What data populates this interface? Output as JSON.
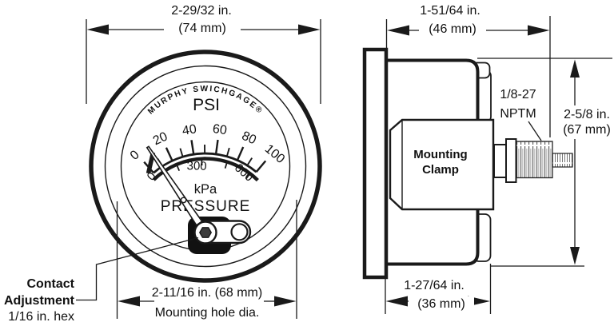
{
  "front_view": {
    "width_dim": {
      "line1": "2-29/32 in.",
      "line2": "(74 mm)"
    },
    "hole_dim": {
      "line1": "2-11/16 in. (68 mm)",
      "line2": "Mounting hole dia."
    },
    "contact_callout": {
      "line1": "Contact",
      "line2": "Adjustment",
      "line3": "1/16 in. hex"
    },
    "dial": {
      "brand": "MURPHY SWICHGAGE®",
      "psi_unit": "PSI",
      "psi_labels": [
        "0",
        "20",
        "40",
        "60",
        "80",
        "100"
      ],
      "kpa_labels": [
        "0",
        "300",
        "600"
      ],
      "kpa_unit": "kPa",
      "title": "PRESSURE"
    }
  },
  "side_view": {
    "depth_dim": {
      "line1": "1-51/64 in.",
      "line2": "(46 mm)"
    },
    "height_dim": {
      "line1": "2-5/8 in.",
      "line2": "(67 mm)"
    },
    "body_dim": {
      "line1": "1-27/64 in.",
      "line2": "(36 mm)"
    },
    "clamp_label": {
      "line1": "Mounting",
      "line2": "Clamp"
    },
    "thread_label": {
      "line1": "1/8-27",
      "line2": "NPTM"
    }
  },
  "colors": {
    "line": "#1a1a1a",
    "fill": "#ffffff"
  }
}
